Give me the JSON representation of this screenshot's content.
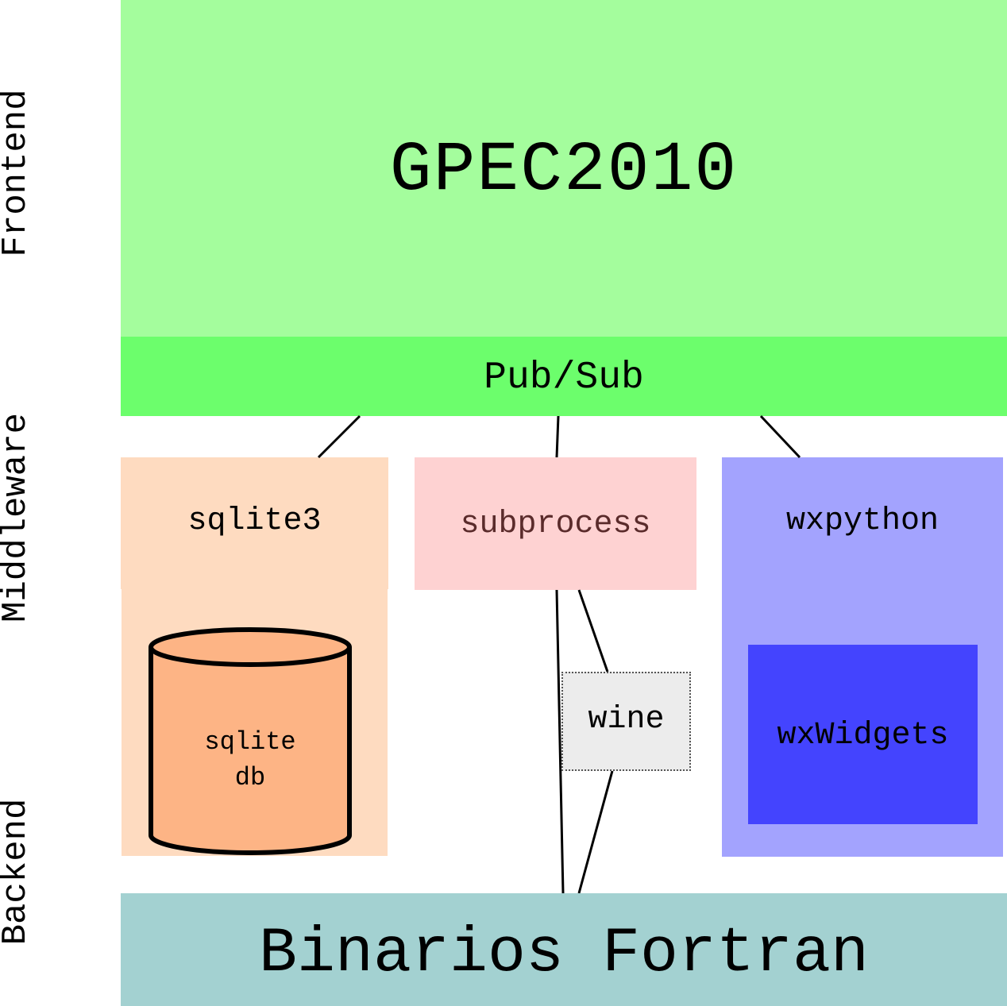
{
  "side_labels": {
    "frontend": "Frontend",
    "middleware": "Middleware",
    "backend": "Backend"
  },
  "frontend": {
    "title": "GPEC2010"
  },
  "middleware": {
    "bus": "Pub/Sub",
    "sqlite3": "sqlite3",
    "subprocess": "subprocess",
    "wxpython": "wxpython"
  },
  "backend": {
    "database": {
      "line1": "sqlite",
      "line2": "db"
    },
    "wine": "wine",
    "wxwidgets": "wxWidgets",
    "fortran": "Binarios Fortran"
  },
  "colors": {
    "frontend": "#a4fd9d",
    "pubsub": "#6cfe6c",
    "sqlite3": "#fedbc0",
    "database": "#fdb485",
    "subprocess": "#fed2d2",
    "wxpython": "#a3a3fe",
    "wxwidgets": "#4444fe",
    "wine": "#ececec",
    "fortran": "#a3d1d1"
  }
}
